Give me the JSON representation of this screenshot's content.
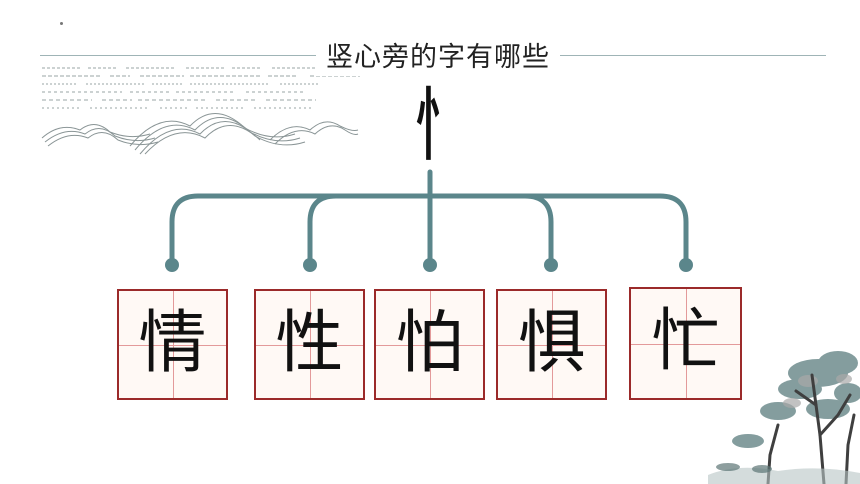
{
  "slide": {
    "title": "竖心旁的字有哪些",
    "radical": "忄"
  },
  "characters": [
    {
      "char": "情"
    },
    {
      "char": "性"
    },
    {
      "char": "怕"
    },
    {
      "char": "惧"
    },
    {
      "char": "忙"
    }
  ],
  "colors": {
    "connector": "#5b868b",
    "box_border": "#9b2a2a",
    "grid_line": "#e39a9a",
    "box_fill": "#fff9f5"
  }
}
